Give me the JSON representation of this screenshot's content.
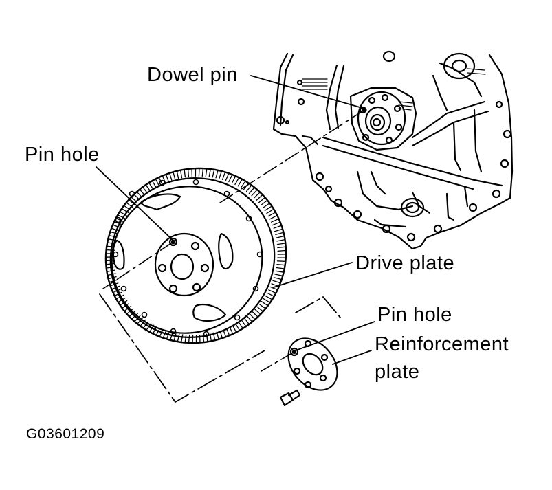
{
  "labels": {
    "dowel_pin": "Dowel pin",
    "pin_hole_top": "Pin hole",
    "drive_plate": "Drive plate",
    "pin_hole_bottom": "Pin hole",
    "reinforcement_line1": "Reinforcement",
    "reinforcement_line2": "plate"
  },
  "figure_code": "G03601209",
  "colors": {
    "ink": "#000000",
    "paper": "#ffffff"
  }
}
